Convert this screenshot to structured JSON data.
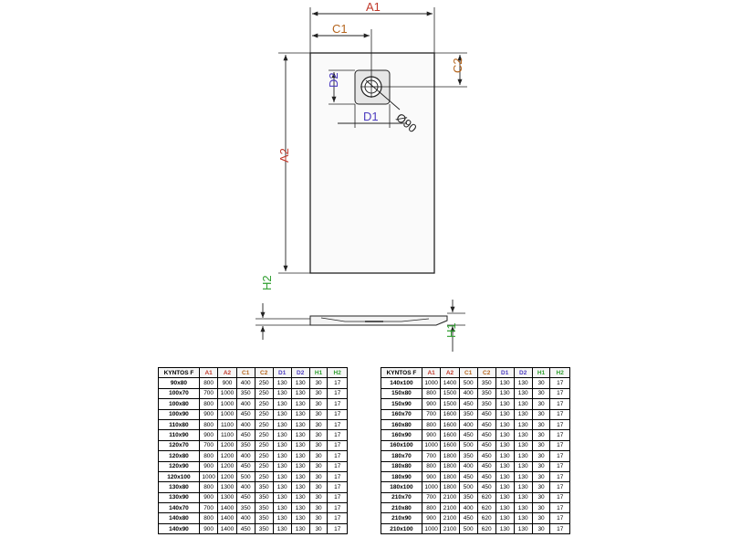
{
  "labels": {
    "A1": "A1",
    "A2": "A2",
    "C1": "C1",
    "C2": "C2",
    "D1": "D1",
    "D2": "D2",
    "H1": "H1",
    "H2": "H2",
    "diameter": "Ø90"
  },
  "colors": {
    "A": "#c0392b",
    "C": "#b5651d",
    "D": "#4b3bbf",
    "H": "#2e9e2e",
    "line": "#222222",
    "tray_fill": "#fafafa",
    "drain_fill": "#e6e6e6"
  },
  "table_headers": [
    "KYNTOS F",
    "A1",
    "A2",
    "C1",
    "C2",
    "D1",
    "D2",
    "H1",
    "H2"
  ],
  "table_left": [
    [
      "90x80",
      "800",
      "900",
      "400",
      "250",
      "130",
      "130",
      "30",
      "17"
    ],
    [
      "100x70",
      "700",
      "1000",
      "350",
      "250",
      "130",
      "130",
      "30",
      "17"
    ],
    [
      "100x80",
      "800",
      "1000",
      "400",
      "250",
      "130",
      "130",
      "30",
      "17"
    ],
    [
      "100x90",
      "900",
      "1000",
      "450",
      "250",
      "130",
      "130",
      "30",
      "17"
    ],
    [
      "110x80",
      "800",
      "1100",
      "400",
      "250",
      "130",
      "130",
      "30",
      "17"
    ],
    [
      "110x90",
      "900",
      "1100",
      "450",
      "250",
      "130",
      "130",
      "30",
      "17"
    ],
    [
      "120x70",
      "700",
      "1200",
      "350",
      "250",
      "130",
      "130",
      "30",
      "17"
    ],
    [
      "120x80",
      "800",
      "1200",
      "400",
      "250",
      "130",
      "130",
      "30",
      "17"
    ],
    [
      "120x90",
      "900",
      "1200",
      "450",
      "250",
      "130",
      "130",
      "30",
      "17"
    ],
    [
      "120x100",
      "1000",
      "1200",
      "500",
      "250",
      "130",
      "130",
      "30",
      "17"
    ],
    [
      "130x80",
      "800",
      "1300",
      "400",
      "350",
      "130",
      "130",
      "30",
      "17"
    ],
    [
      "130x90",
      "900",
      "1300",
      "450",
      "350",
      "130",
      "130",
      "30",
      "17"
    ],
    [
      "140x70",
      "700",
      "1400",
      "350",
      "350",
      "130",
      "130",
      "30",
      "17"
    ],
    [
      "140x80",
      "800",
      "1400",
      "400",
      "350",
      "130",
      "130",
      "30",
      "17"
    ],
    [
      "140x90",
      "900",
      "1400",
      "450",
      "350",
      "130",
      "130",
      "30",
      "17"
    ]
  ],
  "table_right": [
    [
      "140x100",
      "1000",
      "1400",
      "500",
      "350",
      "130",
      "130",
      "30",
      "17"
    ],
    [
      "150x80",
      "800",
      "1500",
      "400",
      "350",
      "130",
      "130",
      "30",
      "17"
    ],
    [
      "150x90",
      "900",
      "1500",
      "450",
      "350",
      "130",
      "130",
      "30",
      "17"
    ],
    [
      "160x70",
      "700",
      "1600",
      "350",
      "450",
      "130",
      "130",
      "30",
      "17"
    ],
    [
      "160x80",
      "800",
      "1600",
      "400",
      "450",
      "130",
      "130",
      "30",
      "17"
    ],
    [
      "160x90",
      "900",
      "1600",
      "450",
      "450",
      "130",
      "130",
      "30",
      "17"
    ],
    [
      "160x100",
      "1000",
      "1600",
      "500",
      "450",
      "130",
      "130",
      "30",
      "17"
    ],
    [
      "180x70",
      "700",
      "1800",
      "350",
      "450",
      "130",
      "130",
      "30",
      "17"
    ],
    [
      "180x80",
      "800",
      "1800",
      "400",
      "450",
      "130",
      "130",
      "30",
      "17"
    ],
    [
      "180x90",
      "900",
      "1800",
      "450",
      "450",
      "130",
      "130",
      "30",
      "17"
    ],
    [
      "180x100",
      "1000",
      "1800",
      "500",
      "450",
      "130",
      "130",
      "30",
      "17"
    ],
    [
      "210x70",
      "700",
      "2100",
      "350",
      "620",
      "130",
      "130",
      "30",
      "17"
    ],
    [
      "210x80",
      "800",
      "2100",
      "400",
      "620",
      "130",
      "130",
      "30",
      "17"
    ],
    [
      "210x90",
      "900",
      "2100",
      "450",
      "620",
      "130",
      "130",
      "30",
      "17"
    ],
    [
      "210x100",
      "1000",
      "2100",
      "500",
      "620",
      "130",
      "130",
      "30",
      "17"
    ]
  ]
}
